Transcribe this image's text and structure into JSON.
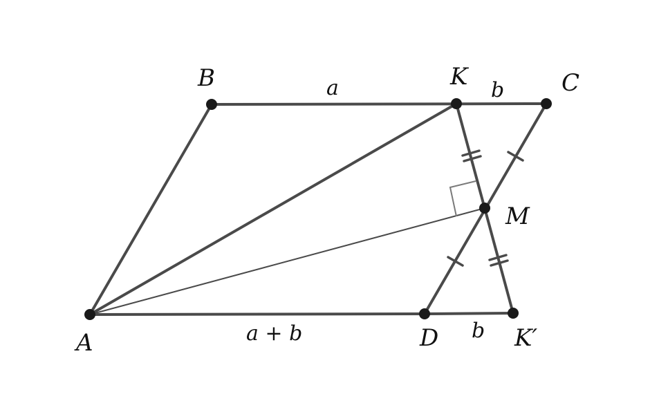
{
  "points": {
    "A": "A",
    "B": "B",
    "K": "K",
    "C": "C",
    "M": "M",
    "D": "D",
    "K_prime": "K′"
  },
  "segment_labels": {
    "BK": "a",
    "KC": "b",
    "AD": "a + b",
    "DK_prime": "b"
  },
  "colors": {
    "line": "#4a4a4a",
    "point": "#1a1a1a",
    "right_angle_mark": "#7a7a7a"
  }
}
